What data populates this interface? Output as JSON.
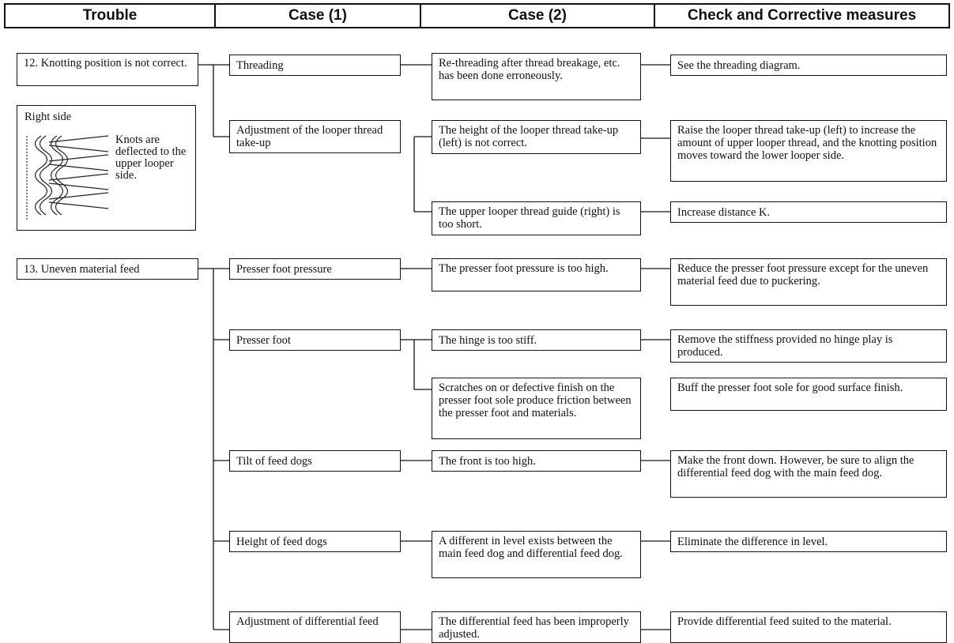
{
  "headers": {
    "trouble": "Trouble",
    "case1": "Case (1)",
    "case2": "Case (2)",
    "check": "Check and Corrective measures"
  },
  "trouble12": {
    "title": "12. Knotting position is not correct.",
    "figure_label": "Right side",
    "figure_caption": "Knots are deflected to the upper looper side.",
    "case1": [
      "Threading",
      "Adjustment of the looper thread take-up"
    ],
    "case2": [
      "Re-threading after thread breakage, etc. has been done erroneously.",
      "The height of the looper thread take-up (left) is not correct.",
      "The upper looper thread guide (right) is too short."
    ],
    "check": [
      "See the threading diagram.",
      "Raise the looper thread take-up (left) to increase the amount of upper looper thread, and the knotting position moves toward the lower looper side.",
      "Increase distance K."
    ]
  },
  "trouble13": {
    "title": "13. Uneven material feed",
    "case1": [
      "Presser foot pressure",
      "Presser foot",
      "Tilt of feed dogs",
      "Height of feed dogs",
      "Adjustment of differential feed"
    ],
    "case2": [
      "The presser foot pressure is too high.",
      "The hinge is too stiff.",
      "Scratches on or defective finish on the presser foot sole produce friction between the presser foot and materials.",
      "The front is too high.",
      "A different in level exists between the main feed dog and differential feed dog.",
      "The differential feed has been improperly adjusted."
    ],
    "check": [
      "Reduce the presser foot pressure except for the uneven material feed due to puckering.",
      "Remove the stiffness provided no hinge play is produced.",
      "Buff the presser foot sole for good surface finish.",
      "Make the front down. However, be sure to align the differential feed dog with the main feed dog.",
      "Eliminate the difference in level.",
      "Provide differential feed suited to the material."
    ]
  }
}
